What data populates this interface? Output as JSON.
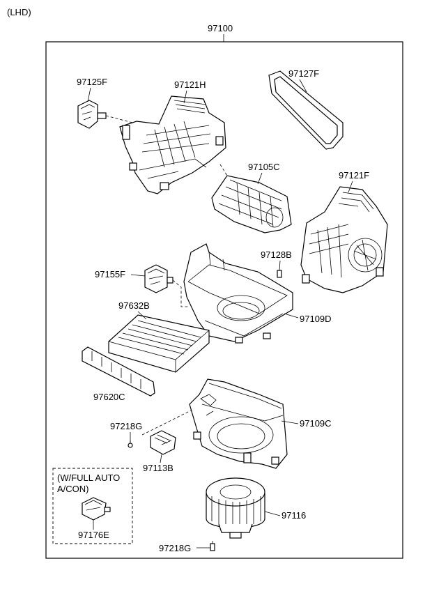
{
  "diagram": {
    "variant": "(LHD)",
    "assembly": "97100",
    "note_line1": "(W/FULL AUTO",
    "note_line2": "A/CON)",
    "parts": {
      "p97125F": "97125F",
      "p97121H": "97121H",
      "p97127F": "97127F",
      "p97105C": "97105C",
      "p97121F": "97121F",
      "p97128B": "97128B",
      "p97155F": "97155F",
      "p97632B": "97632B",
      "p97109D": "97109D",
      "p97620C": "97620C",
      "p97218G_1": "97218G",
      "p97109C": "97109C",
      "p97113B": "97113B",
      "p97176E": "97176E",
      "p97116": "97116",
      "p97218G_2": "97218G"
    }
  }
}
